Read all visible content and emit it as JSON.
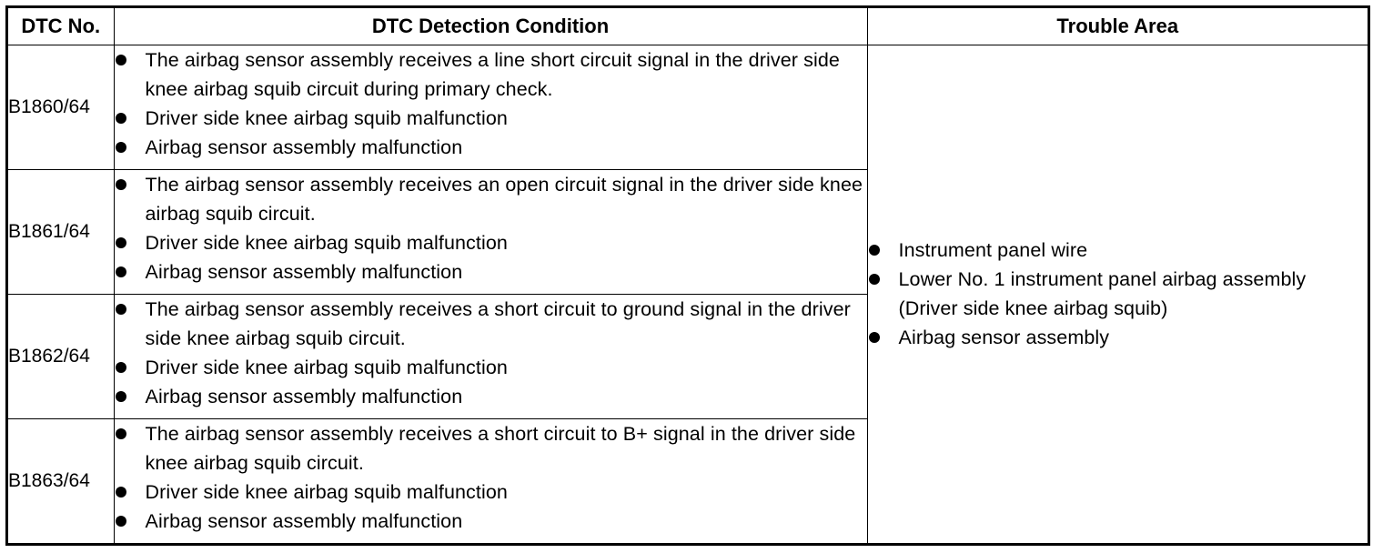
{
  "headers": {
    "dtc_no": "DTC No.",
    "condition": "DTC Detection Condition",
    "area": "Trouble Area"
  },
  "rows": [
    {
      "code": "B1860/64",
      "conditions": [
        "The airbag sensor assembly receives a line short circuit signal in the driver side knee airbag squib circuit during primary check.",
        "Driver side knee airbag squib malfunction",
        "Airbag sensor assembly malfunction"
      ]
    },
    {
      "code": "B1861/64",
      "conditions": [
        "The airbag sensor assembly receives an open circuit signal in the driver side knee airbag squib circuit.",
        "Driver side knee airbag squib malfunction",
        "Airbag sensor assembly malfunction"
      ]
    },
    {
      "code": "B1862/64",
      "conditions": [
        "The airbag sensor assembly receives a short circuit to ground signal in the driver side knee airbag squib circuit.",
        "Driver side knee airbag squib malfunction",
        "Airbag sensor assembly malfunction"
      ]
    },
    {
      "code": "B1863/64",
      "conditions": [
        "The airbag sensor assembly receives a short circuit to B+ signal in the driver side knee airbag squib circuit.",
        "Driver side knee airbag squib malfunction",
        "Airbag sensor assembly malfunction"
      ]
    }
  ],
  "trouble_area": [
    "Instrument panel wire",
    "Lower No. 1 instrument panel airbag assembly (Driver side knee airbag squib)",
    "Airbag sensor assembly"
  ]
}
